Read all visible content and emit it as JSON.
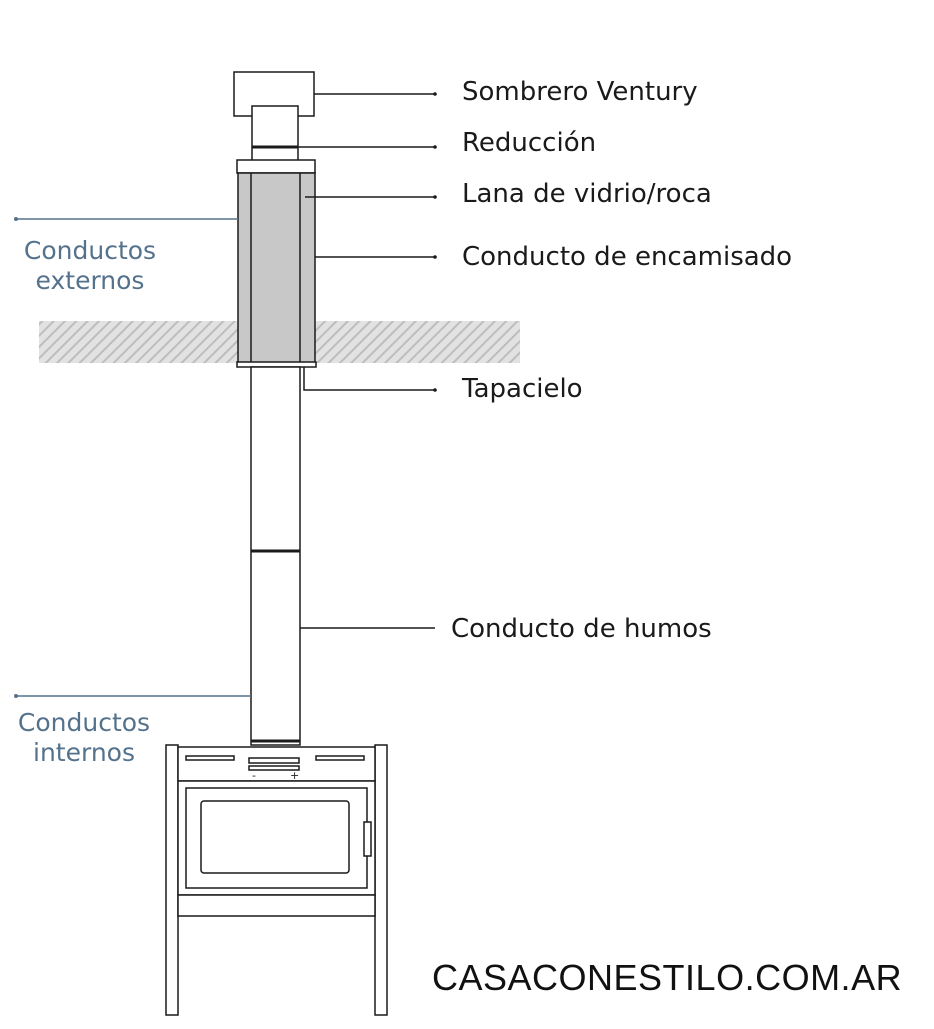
{
  "labels": {
    "sombrero": "Sombrero Ventury",
    "reduccion": "Reducción",
    "lana": "Lana de vidrio/roca",
    "encamisado": "Conducto de encamisado",
    "tapacielo": "Tapacielo",
    "humos": "Conducto de humos"
  },
  "side_labels": {
    "externos_line1": "Conductos",
    "externos_line2": "externos",
    "internos_line1": "Conductos",
    "internos_line2": "internos"
  },
  "stove_controls": {
    "minus": "-",
    "plus": "+"
  },
  "watermark": "CASACONESTILO.COM.AR",
  "colors": {
    "line": "#1a1a1a",
    "insulation": "#c8c8c8",
    "ceiling_hatch": "#d0d0d0",
    "side_label": "#55728c"
  }
}
